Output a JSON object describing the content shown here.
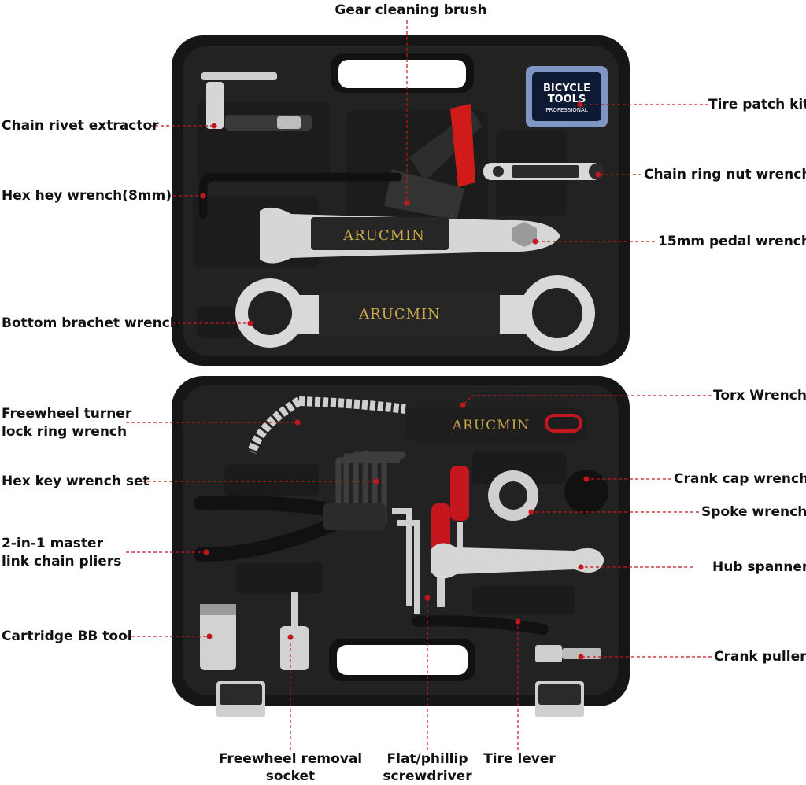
{
  "brand": {
    "name": "ARUCMIN",
    "patch_kit_line1": "BICYCLE",
    "patch_kit_line2": "TOOLS",
    "patch_kit_line3": "PROFESSIONAL"
  },
  "colors": {
    "case": "#1a1a1a",
    "case_inner": "#2a2a2a",
    "tool_steel": "#d9d9d9",
    "accent_red": "#c4161c",
    "leader": "#c4161c",
    "brand_gold": "#c8a84a",
    "label": "#111111"
  },
  "labels": {
    "gear_cleaning_brush": "Gear cleaning brush",
    "tire_patch_kit": "Tire patch kit",
    "chain_rivet_extractor": "Chain rivet extractor",
    "chain_ring_nut_wrench": "Chain ring nut wrench",
    "hex_key_wrench_8mm": "Hex hey wrench(8mm)",
    "pedal_wrench_15mm": "15mm pedal wrench",
    "bottom_bracket_wrench": "Bottom brachet wrench",
    "torx_wrench": "Torx Wrench",
    "freewheel_turner_line1": "Freewheel turner",
    "freewheel_turner_line2": "lock ring wrench",
    "crank_cap_wrench": "Crank cap wrench",
    "hex_key_wrench_set": "Hex key wrench set",
    "spoke_wrench": "Spoke wrench",
    "master_link_line1": "2-in-1 master",
    "master_link_line2": "link chain pliers",
    "hub_spanner": "Hub spanner",
    "cartridge_bb_tool": "Cartridge BB tool",
    "crank_puller": "Crank puller",
    "freewheel_socket_line1": "Freewheel removal",
    "freewheel_socket_line2": "socket",
    "screwdriver_line1": "Flat/phillip",
    "screwdriver_line2": "screwdriver",
    "tire_lever": "Tire lever"
  }
}
